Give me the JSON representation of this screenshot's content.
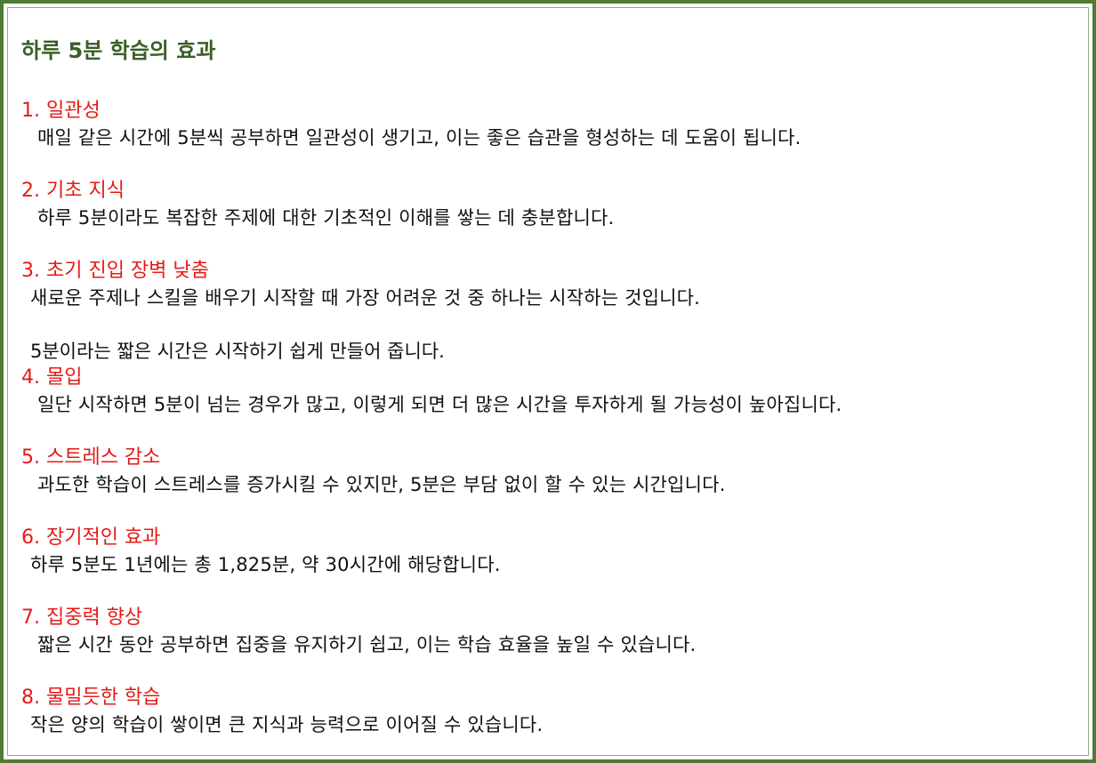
{
  "title": "하루 5분 학습의 효과",
  "items": [
    {
      "heading": "1. 일관성",
      "text": "매일 같은 시간에 5분씩 공부하면 일관성이 생기고, 이는 좋은 습관을 형성하는 데 도움이 됩니다."
    },
    {
      "heading": "2. 기초 지식",
      "text": "하루 5분이라도 복잡한 주제에 대한 기초적인 이해를 쌓는 데 충분합니다."
    },
    {
      "heading": "3. 초기 진입 장벽 낮춤",
      "text": "새로운 주제나 스킬을 배우기 시작할 때 가장 어려운 것 중 하나는 시작하는 것입니다.",
      "extra": "5분이라는 짧은 시간은 시작하기 쉽게 만들어 줍니다."
    },
    {
      "heading": "4. 몰입",
      "text": "일단 시작하면 5분이 넘는 경우가 많고, 이렇게 되면 더 많은 시간을 투자하게 될 가능성이 높아집니다."
    },
    {
      "heading": "5. 스트레스 감소",
      "text": "과도한 학습이 스트레스를 증가시킬 수 있지만, 5분은 부담 없이 할 수 있는 시간입니다."
    },
    {
      "heading": "6. 장기적인 효과",
      "text": "하루 5분도 1년에는 총 1,825분, 약 30시간에 해당합니다."
    },
    {
      "heading": "7. 집중력 향상",
      "text": "짧은 시간 동안 공부하면 집중을 유지하기 쉽고, 이는 학습 효율을 높일 수 있습니다."
    },
    {
      "heading": "8. 물밀듯한 학습",
      "text": "작은 양의 학습이 쌓이면 큰 지식과 능력으로 이어질 수 있습니다."
    }
  ],
  "colors": {
    "border": "#4f7a36",
    "title": "#3b5e26",
    "heading": "#e41b17",
    "text": "#111111"
  }
}
